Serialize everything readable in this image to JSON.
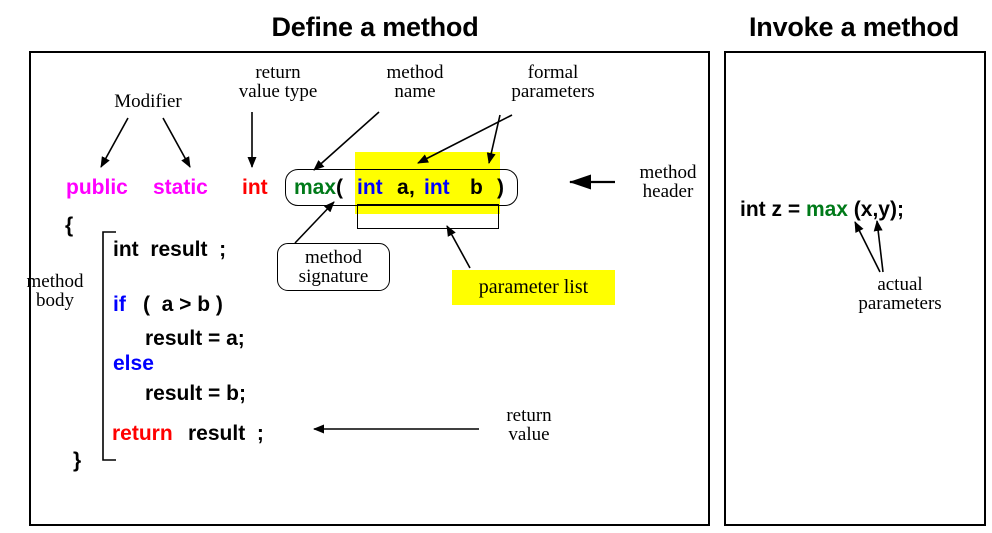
{
  "panels": {
    "left": {
      "title": "Define a method"
    },
    "right": {
      "title": "Invoke a method"
    }
  },
  "labels": {
    "modifier": "Modifier",
    "return_value_type": "return\nvalue type",
    "method_name": "method\nname",
    "formal_parameters": "formal\nparameters",
    "method_header": "method\nheader",
    "method_signature": "method\nsignature",
    "parameter_list": "parameter list",
    "method_body": "method\nbody",
    "return_value": "return\nvalue",
    "actual_parameters": "actual\nparameters"
  },
  "code": {
    "signature": {
      "modifier_public": "public",
      "modifier_static": "static",
      "return_type": "int",
      "method_name": "max",
      "paren_open": "(",
      "param1_type": "int",
      "param1_name": "a",
      "comma": ",",
      "param2_type": "int",
      "param2_name": "b",
      "paren_close": ")"
    },
    "body": {
      "open_brace": "{",
      "line_decl": "int  result  ;",
      "line_if_kw": "if",
      "line_if_cond": "(  a > b )",
      "line_then": "result = a;",
      "line_else_kw": "else",
      "line_else_stmt": "result = b;",
      "line_return_kw": "return",
      "line_return_expr": "result  ;",
      "close_brace": "}"
    }
  },
  "invoke": {
    "prefix": "int z = ",
    "method_name": "max",
    "args": " (x,y);"
  },
  "colors": {
    "modifier": "#ff00ff",
    "return_type": "#ff0000",
    "method_name": "#007a19",
    "param_type": "#0000ff",
    "control_keyword": "#0000ff",
    "return_keyword": "#ff0000",
    "highlight": "#ffff00",
    "ink": "#000000",
    "background": "#ffffff"
  }
}
